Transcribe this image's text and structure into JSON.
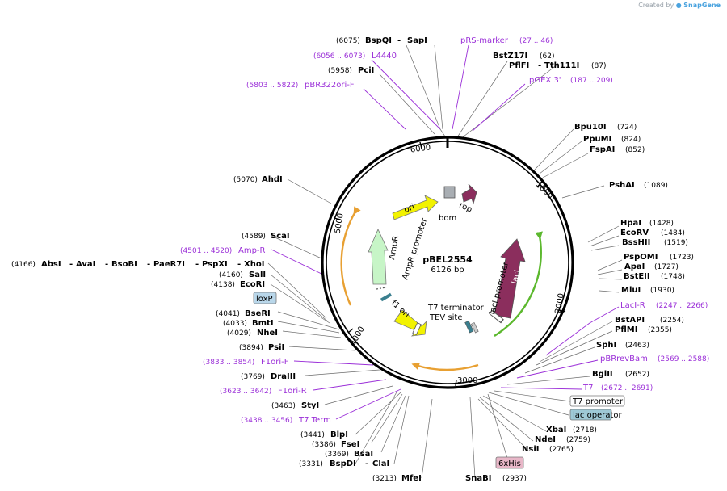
{
  "app": {
    "created_by": "Created by",
    "brand": "SnapGene"
  },
  "plasmid": {
    "name": "pBEL2554",
    "size_label": "6126 bp",
    "length_bp": 6126
  },
  "ticks": [
    {
      "bp": 1000,
      "label": "1000"
    },
    {
      "bp": 2000,
      "label": "2000"
    },
    {
      "bp": 3000,
      "label": "3000"
    },
    {
      "bp": 4000,
      "label": "4000"
    },
    {
      "bp": 5000,
      "label": "5000"
    },
    {
      "bp": 6000,
      "label": "6000"
    }
  ],
  "enzymes": [
    {
      "name": "BspQI",
      "pos": "(6075)",
      "bp": 6075
    },
    {
      "name": "SapI",
      "pos": "",
      "bp": 6075
    },
    {
      "name": "BstZ17I",
      "pos": "(62)",
      "bp": 62
    },
    {
      "name": "PflFI",
      "pos": "",
      "bp": 87
    },
    {
      "name": "Tth111I",
      "pos": "(87)",
      "bp": 87
    },
    {
      "name": "PciI",
      "pos": "(5958)",
      "bp": 5958
    },
    {
      "name": "Bpu10I",
      "pos": "(724)",
      "bp": 724
    },
    {
      "name": "PpuMI",
      "pos": "(824)",
      "bp": 824
    },
    {
      "name": "FspAI",
      "pos": "(852)",
      "bp": 852
    },
    {
      "name": "PshAI",
      "pos": "(1089)",
      "bp": 1089
    },
    {
      "name": "AhdI",
      "pos": "(5070)",
      "bp": 5070
    },
    {
      "name": "HpaI",
      "pos": "(1428)",
      "bp": 1428
    },
    {
      "name": "EcoRV",
      "pos": "(1484)",
      "bp": 1484
    },
    {
      "name": "BssHII",
      "pos": "(1519)",
      "bp": 1519
    },
    {
      "name": "ScaI",
      "pos": "(4589)",
      "bp": 4589
    },
    {
      "name": "PspOMI",
      "pos": "(1723)",
      "bp": 1723
    },
    {
      "name": "ApaI",
      "pos": "(1727)",
      "bp": 1727
    },
    {
      "name": "BstEII",
      "pos": "(1748)",
      "bp": 1748
    },
    {
      "name": "AbsI",
      "pos": "(4166)",
      "bp": 4166
    },
    {
      "name": "AvaI",
      "pos": "",
      "bp": 4166
    },
    {
      "name": "BsoBI",
      "pos": "",
      "bp": 4166
    },
    {
      "name": "PaeR7I",
      "pos": "",
      "bp": 4166
    },
    {
      "name": "PspXI",
      "pos": "",
      "bp": 4166
    },
    {
      "name": "XhoI",
      "pos": "",
      "bp": 4166
    },
    {
      "name": "SalI",
      "pos": "(4160)",
      "bp": 4160
    },
    {
      "name": "EcoRI",
      "pos": "(4138)",
      "bp": 4138
    },
    {
      "name": "MluI",
      "pos": "(1930)",
      "bp": 1930
    },
    {
      "name": "BseRI",
      "pos": "(4041)",
      "bp": 4041
    },
    {
      "name": "BmtI",
      "pos": "(4033)",
      "bp": 4033
    },
    {
      "name": "NheI",
      "pos": "(4029)",
      "bp": 4029
    },
    {
      "name": "BstAPI",
      "pos": "(2254)",
      "bp": 2254
    },
    {
      "name": "PflMI",
      "pos": "(2355)",
      "bp": 2355
    },
    {
      "name": "PsiI",
      "pos": "(3894)",
      "bp": 3894
    },
    {
      "name": "SphI",
      "pos": "(2463)",
      "bp": 2463
    },
    {
      "name": "DraIII",
      "pos": "(3769)",
      "bp": 3769
    },
    {
      "name": "BglII",
      "pos": "(2652)",
      "bp": 2652
    },
    {
      "name": "StyI",
      "pos": "(3463)",
      "bp": 3463
    },
    {
      "name": "XbaI",
      "pos": "(2718)",
      "bp": 2718
    },
    {
      "name": "NdeI",
      "pos": "(2759)",
      "bp": 2759
    },
    {
      "name": "NsiI",
      "pos": "(2765)",
      "bp": 2765
    },
    {
      "name": "BlpI",
      "pos": "(3441)",
      "bp": 3441
    },
    {
      "name": "FseI",
      "pos": "(3386)",
      "bp": 3386
    },
    {
      "name": "BsaI",
      "pos": "(3369)",
      "bp": 3369
    },
    {
      "name": "BspDI",
      "pos": "(3331)",
      "bp": 3331
    },
    {
      "name": "ClaI",
      "pos": "",
      "bp": 3331
    },
    {
      "name": "MfeI",
      "pos": "(3213)",
      "bp": 3213
    },
    {
      "name": "SnaBI",
      "pos": "(2937)",
      "bp": 2937
    }
  ],
  "primers": [
    {
      "name": "pRS-marker",
      "range": "(27 .. 46)",
      "bp": 36
    },
    {
      "name": "L4440",
      "range": "(6056 .. 6073)",
      "bp": 6064
    },
    {
      "name": "pBR322ori-F",
      "range": "(5803 .. 5822)",
      "bp": 5812
    },
    {
      "name": "pGEX 3'",
      "range": "(187 .. 209)",
      "bp": 198
    },
    {
      "name": "Amp-R",
      "range": "(4501 .. 4520)",
      "bp": 4510
    },
    {
      "name": "LacI-R",
      "range": "(2247 .. 2266)",
      "bp": 2256
    },
    {
      "name": "pBRrevBam",
      "range": "(2569 .. 2588)",
      "bp": 2578
    },
    {
      "name": "T7",
      "range": "(2672 .. 2691)",
      "bp": 2681
    },
    {
      "name": "F1ori-F",
      "range": "(3833 .. 3854)",
      "bp": 3843
    },
    {
      "name": "F1ori-R",
      "range": "(3623 .. 3642)",
      "bp": 3632
    },
    {
      "name": "T7 Term",
      "range": "(3438 .. 3456)",
      "bp": 3447
    }
  ],
  "boxed_features": [
    {
      "name": "loxP",
      "color": "#b9d7ea"
    },
    {
      "name": "T7 promoter",
      "color": "#ffffff"
    },
    {
      "name": "lac operator",
      "color": "#9ec9d6"
    },
    {
      "name": "6xHis",
      "color": "#e8b7c8"
    }
  ],
  "features": [
    {
      "name": "ori",
      "color": "#f2f200"
    },
    {
      "name": "bom",
      "color": "#a9aeb3"
    },
    {
      "name": "rop",
      "color": "#8b2e5d"
    },
    {
      "name": "AmpR",
      "color": "#c7f5c7"
    },
    {
      "name": "AmpR promoter",
      "color": "#ffffff"
    },
    {
      "name": "f1 ori",
      "color": "#f2f200"
    },
    {
      "name": "T7 terminator",
      "color": "#ffffff"
    },
    {
      "name": "TEV site",
      "color": "#ffffff"
    },
    {
      "name": "lacI",
      "color": "#8b2e5d"
    },
    {
      "name": "lacI promoter",
      "color": "#ffffff"
    }
  ],
  "colors": {
    "backbone": "#000000",
    "enzyme_text": "#000000",
    "primer_text": "#9b30d8",
    "orf_arc_orange": "#e8a032",
    "orf_arc_green": "#5cb82e"
  }
}
